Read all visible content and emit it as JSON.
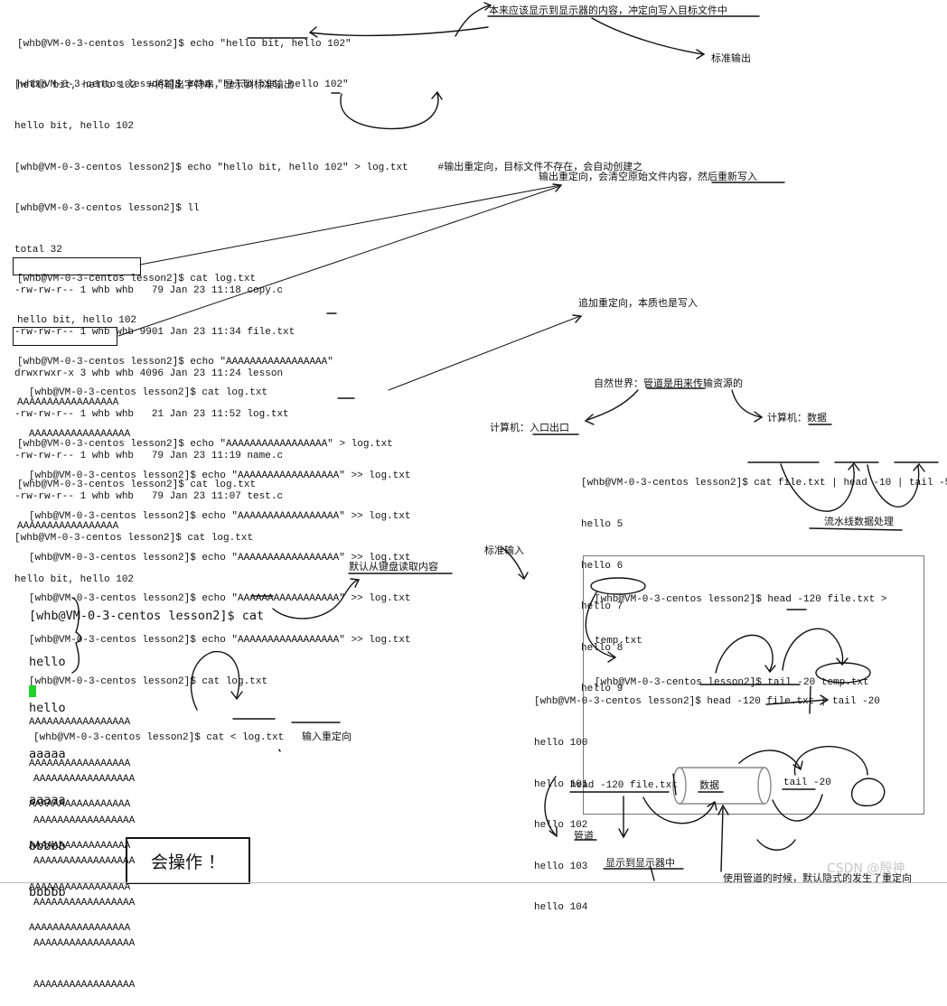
{
  "block1": {
    "lines": [
      "[whb@VM-0-3-centos lesson2]$ echo \"hello bit, hello 102\"",
      "hello bit, hello 102  #将输出字符串，显示到标准输出"
    ]
  },
  "block2": {
    "lines": [
      "[whb@VM-0-3-centos lesson2]$ echo \"hello bit, hello 102\"",
      "hello bit, hello 102",
      "[whb@VM-0-3-centos lesson2]$ echo \"hello bit, hello 102\" > log.txt     #输出重定向，目标文件不存在，会自动创建之",
      "[whb@VM-0-3-centos lesson2]$ ll",
      "total 32",
      "-rw-rw-r-- 1 whb whb   79 Jan 23 11:18 copy.c",
      "-rw-rw-r-- 1 whb whb 9901 Jan 23 11:34 file.txt",
      "drwxrwxr-x 3 whb whb 4096 Jan 23 11:24 lesson",
      "-rw-rw-r-- 1 whb whb   21 Jan 23 11:52 log.txt",
      "-rw-rw-r-- 1 whb whb   79 Jan 23 11:19 name.c",
      "-rw-rw-r-- 1 whb whb   79 Jan 23 11:07 test.c",
      "[whb@VM-0-3-centos lesson2]$ cat log.txt",
      "hello bit, hello 102"
    ]
  },
  "block3": {
    "lines": [
      "[whb@VM-0-3-centos lesson2]$ cat log.txt",
      "hello bit, hello 102",
      "[whb@VM-0-3-centos lesson2]$ echo \"AAAAAAAAAAAAAAAAA\"",
      "AAAAAAAAAAAAAAAAA",
      "[whb@VM-0-3-centos lesson2]$ echo \"AAAAAAAAAAAAAAAAA\" > log.txt",
      "[whb@VM-0-3-centos lesson2]$ cat log.txt",
      "AAAAAAAAAAAAAAAAA"
    ]
  },
  "block4": {
    "lines": [
      "[whb@VM-0-3-centos lesson2]$ cat log.txt",
      "AAAAAAAAAAAAAAAAA",
      "[whb@VM-0-3-centos lesson2]$ echo \"AAAAAAAAAAAAAAAAA\" >> log.txt",
      "[whb@VM-0-3-centos lesson2]$ echo \"AAAAAAAAAAAAAAAAA\" >> log.txt",
      "[whb@VM-0-3-centos lesson2]$ echo \"AAAAAAAAAAAAAAAAA\" >> log.txt",
      "[whb@VM-0-3-centos lesson2]$ echo \"AAAAAAAAAAAAAAAAA\" >> log.txt",
      "[whb@VM-0-3-centos lesson2]$ echo \"AAAAAAAAAAAAAAAAA\" >> log.txt",
      "[whb@VM-0-3-centos lesson2]$ cat log.txt",
      "AAAAAAAAAAAAAAAAA",
      "AAAAAAAAAAAAAAAAA",
      "AAAAAAAAAAAAAAAAA",
      "AAAAAAAAAAAAAAAAA",
      "AAAAAAAAAAAAAAAAA",
      "AAAAAAAAAAAAAAAAA"
    ]
  },
  "block5": {
    "lines": [
      "[whb@VM-0-3-centos lesson2]$ cat",
      "hello",
      "hello",
      "aaaaa",
      "aaaaa",
      "bbbbb",
      "bbbbb"
    ]
  },
  "block6": {
    "lines": [
      "[whb@VM-0-3-centos lesson2]$ cat < log.txt   输入重定向",
      "AAAAAAAAAAAAAAAAA",
      "AAAAAAAAAAAAAAAAA",
      "AAAAAAAAAAAAAAAAA",
      "AAAAAAAAAAAAAAAAA",
      "AAAAAAAAAAAAAAAAA",
      "AAAAAAAAAAAAAAAAA"
    ]
  },
  "block7": {
    "lines": [
      "[whb@VM-0-3-centos lesson2]$ cat file.txt | head -10 | tail -5",
      "hello 5",
      "hello 6",
      "hello 7",
      "hello 8",
      "hello 9"
    ]
  },
  "block8": {
    "lines": [
      "[whb@VM-0-3-centos lesson2]$ head -120 file.txt >",
      "temp.txt",
      "[whb@VM-0-3-centos lesson2]$ tail -20 temp.txt"
    ]
  },
  "block9": {
    "lines": [
      "[whb@VM-0-3-centos lesson2]$ head -120 file.txt | tail -20",
      "hello 100",
      "hello 101",
      "hello 102",
      "hello 103",
      "hello 104"
    ]
  },
  "notes": {
    "display_should": "本来应该显示到显示器的内容，冲定向写入目标文件中",
    "stdout": "标准输出",
    "clear_rewrite": "输出重定向，会清空原始文件内容，然后重新写入",
    "append": "追加重定向，本质也是写入",
    "nature_pipe": "自然世界：管道是用来传输资源的",
    "computer_io": "计算机：入口出口",
    "computer_data": "计算机：数据",
    "pipeline": "流水线数据处理",
    "stdin": "标准输入",
    "keyboard": "默认从键盘读取内容",
    "pipe_label": "管道",
    "display": "显示到显示器中",
    "implicit": "使用管道的时候，默认隐式的发生了重定向",
    "diagram_left": "head -120 file.txt",
    "diagram_data": "数据",
    "diagram_right": "tail -20"
  },
  "button": {
    "label": "会操作 ！"
  },
  "watermark": "CSDN @殷神"
}
